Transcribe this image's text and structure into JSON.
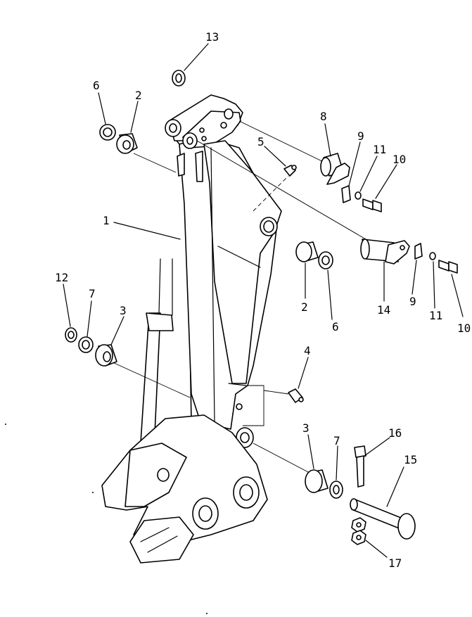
{
  "diagram": {
    "background": "#ffffff",
    "ink": "#000000",
    "callouts": [
      {
        "id": "c13",
        "label": "13"
      },
      {
        "id": "c6a",
        "label": "6"
      },
      {
        "id": "c2a",
        "label": "2"
      },
      {
        "id": "c8",
        "label": "8"
      },
      {
        "id": "c9a",
        "label": "9"
      },
      {
        "id": "c11a",
        "label": "11"
      },
      {
        "id": "c10a",
        "label": "10"
      },
      {
        "id": "c5",
        "label": "5"
      },
      {
        "id": "c1",
        "label": "1"
      },
      {
        "id": "c2b",
        "label": "2"
      },
      {
        "id": "c6b",
        "label": "6"
      },
      {
        "id": "c14",
        "label": "14"
      },
      {
        "id": "c9b",
        "label": "9"
      },
      {
        "id": "c11b",
        "label": "11"
      },
      {
        "id": "c10b",
        "label": "10"
      },
      {
        "id": "c12",
        "label": "12"
      },
      {
        "id": "c7a",
        "label": "7"
      },
      {
        "id": "c3a",
        "label": "3"
      },
      {
        "id": "c4",
        "label": "4"
      },
      {
        "id": "c3b",
        "label": "3"
      },
      {
        "id": "c7b",
        "label": "7"
      },
      {
        "id": "c16",
        "label": "16"
      },
      {
        "id": "c15",
        "label": "15"
      },
      {
        "id": "c17",
        "label": "17"
      }
    ]
  }
}
